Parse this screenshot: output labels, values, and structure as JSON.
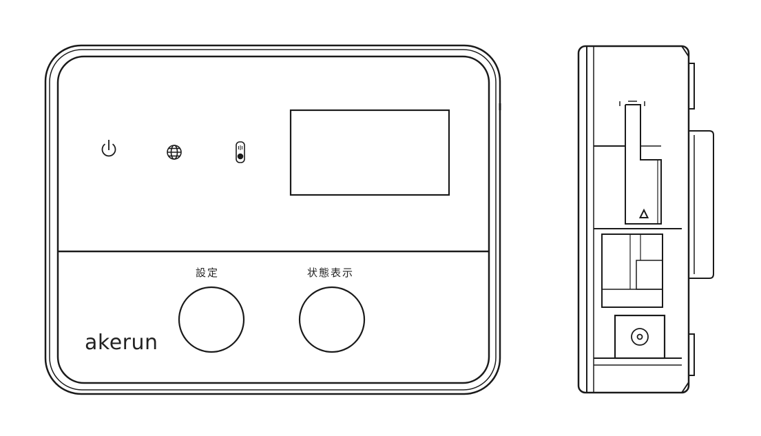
{
  "front_view": {
    "buttons": [
      {
        "label": "設定",
        "icon": "round-push-button"
      },
      {
        "label": "状態表示",
        "icon": "round-push-button"
      }
    ],
    "indicators": [
      {
        "icon": "power-icon"
      },
      {
        "icon": "globe-icon"
      },
      {
        "icon": "card-reader-icon"
      }
    ],
    "brand": "akerun"
  },
  "side_view": {
    "marker_icon": "triangle-icon",
    "connector_icon": "dc-jack-icon"
  }
}
